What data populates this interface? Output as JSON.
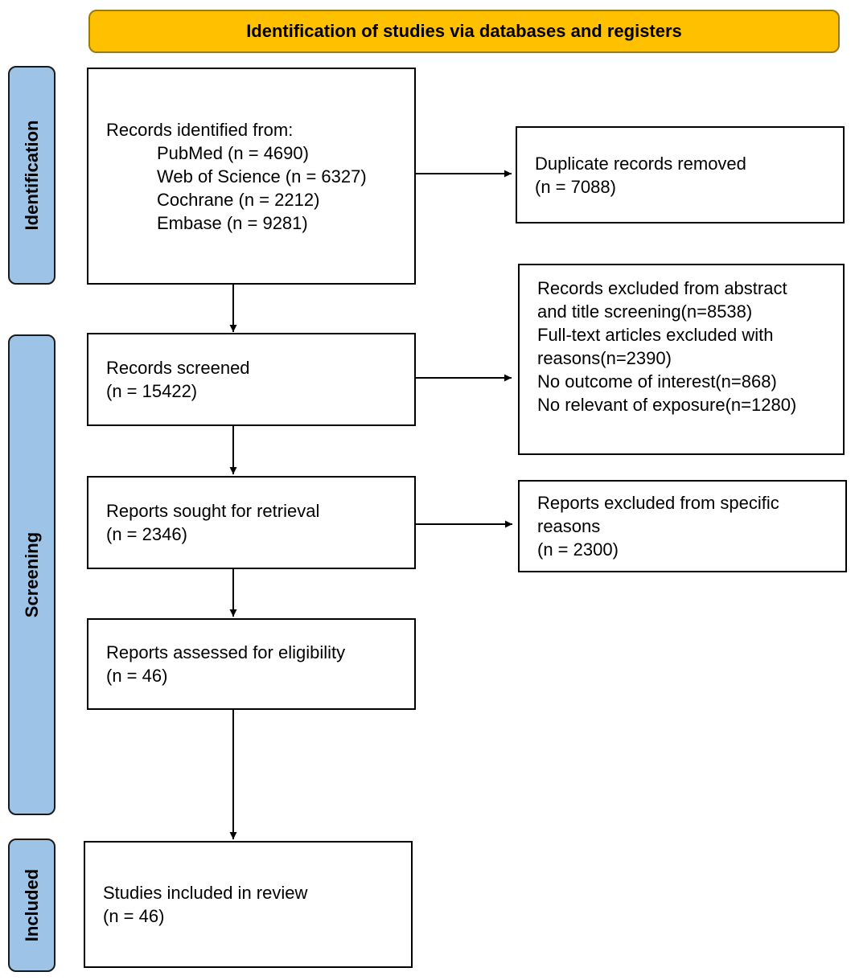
{
  "colors": {
    "header_fill": "#FFC000",
    "phase_fill": "#9DC3E6",
    "box_border": "#000000",
    "arrow": "#000000"
  },
  "header": {
    "title": "Identification of studies via databases and registers"
  },
  "phases": {
    "identification": "Identification",
    "screening": "Screening",
    "included": "Included"
  },
  "boxes": {
    "records_identified": {
      "heading": "Records identified from:",
      "sources": [
        "PubMed (n = 4690)",
        "Web of Science (n = 6327)",
        "Cochrane (n = 2212)",
        "Embase (n = 9281)"
      ]
    },
    "duplicates_removed": {
      "line1": "Duplicate records removed",
      "line2": "(n = 7088)"
    },
    "records_screened": {
      "line1": "Records screened",
      "line2": "(n = 15422)"
    },
    "records_excluded": {
      "lines": [
        "Records excluded from abstract",
        "and title screening(n=8538)",
        "Full-text articles excluded with",
        "reasons(n=2390)",
        "No outcome of interest(n=868)",
        "No relevant of exposure(n=1280)"
      ]
    },
    "reports_sought": {
      "line1": "Reports sought for retrieval",
      "line2": "(n = 2346)"
    },
    "reports_excluded": {
      "line1": "Reports excluded from specific",
      "line2": "reasons",
      "line3": "(n = 2300)"
    },
    "reports_assessed": {
      "line1": "Reports assessed for eligibility",
      "line2": "(n = 46)"
    },
    "studies_included": {
      "line1": "Studies included in review",
      "line2": "(n = 46)"
    }
  }
}
